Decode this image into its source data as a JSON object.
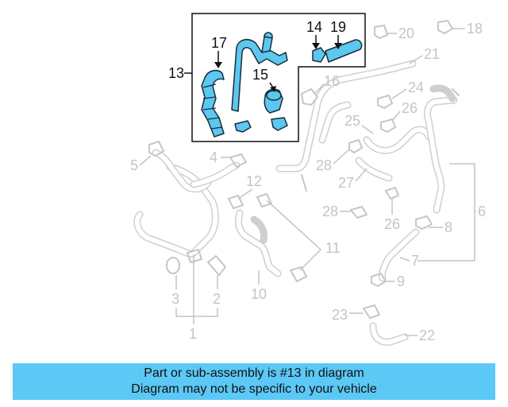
{
  "diagram": {
    "highlight_color": "#5bc8ef",
    "ghost_color": "#c6c6c6",
    "callouts": {
      "c1": "1",
      "c2": "2",
      "c3": "3",
      "c4": "4",
      "c5": "5",
      "c6": "6",
      "c7": "7",
      "c8": "8",
      "c9": "9",
      "c10": "10",
      "c11": "11",
      "c12": "12",
      "c13": "13",
      "c14": "14",
      "c15": "15",
      "c16": "16",
      "c17": "17",
      "c18": "18",
      "c19": "19",
      "c20": "20",
      "c21": "21",
      "c22": "22",
      "c23": "23",
      "c24": "24",
      "c25": "25",
      "c26": "26",
      "c27": "27",
      "c28a": "28",
      "c28b": "28"
    }
  },
  "banner": {
    "line1": "Part or sub-assembly is #13 in diagram",
    "line2": "Diagram may not be specific to your vehicle",
    "background": "#5bc8f5"
  }
}
